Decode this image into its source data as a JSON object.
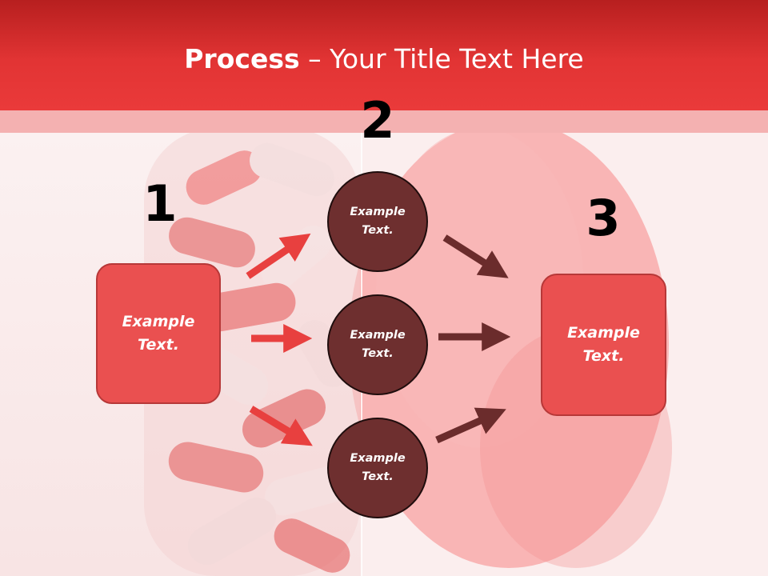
{
  "title": {
    "bold": "Process",
    "rest": " – Your Title Text Here"
  },
  "steps": {
    "one": "1",
    "two": "2",
    "three": "3"
  },
  "left_box": {
    "text": "Example Text."
  },
  "right_box": {
    "text": "Example Text."
  },
  "circles": [
    {
      "text": "Example Text."
    },
    {
      "text": "Example Text."
    },
    {
      "text": "Example Text."
    }
  ],
  "colors": {
    "title_band": "#e23434",
    "box_fill": "#ea5050",
    "circle_fill": "#6e2f2f",
    "arrow_red": "#e8403f",
    "arrow_dark": "#6b2c2c"
  }
}
